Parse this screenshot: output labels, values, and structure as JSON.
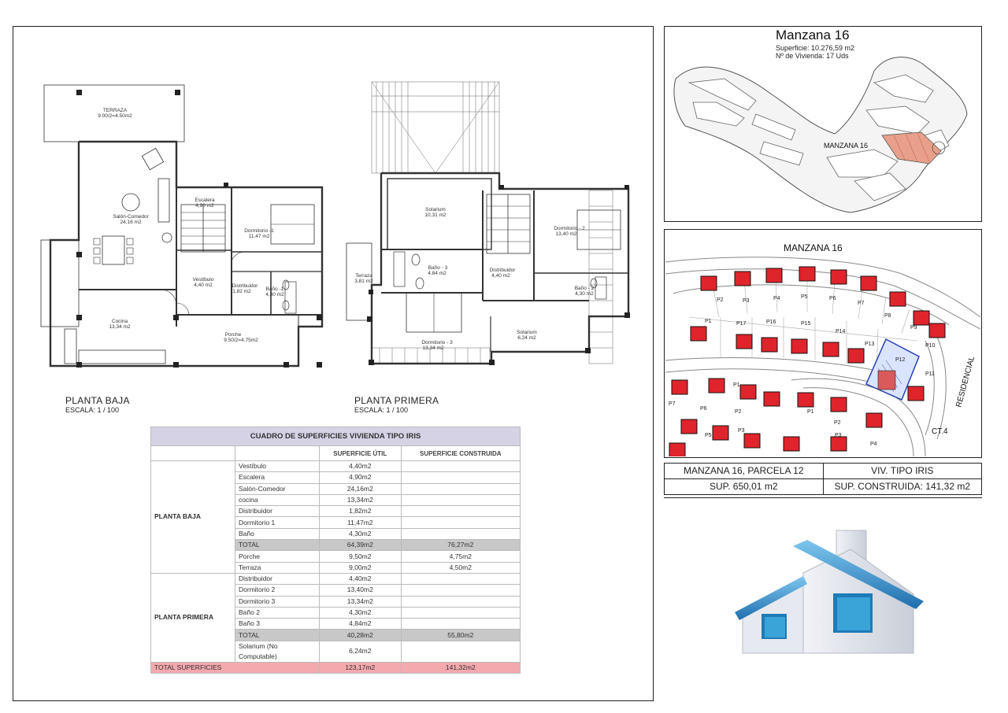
{
  "left_panel": {
    "ground_floor": {
      "title": "PLANTA BAJA",
      "scale": "ESCALA: 1 / 100",
      "rooms": {
        "terraza": [
          "TERRAZA",
          "9.00/2=4.50m2"
        ],
        "salon": [
          "Salón-Comedor",
          "24,16 m2"
        ],
        "escalera": [
          "Escalera",
          "4,90 m2"
        ],
        "dormitorio1": [
          "Dormitorio -1",
          "11,47 m2"
        ],
        "vestibulo": [
          "Vestíbulo",
          "4,40 m2"
        ],
        "distribuidor": [
          "Distribuidor",
          "1,82 m2"
        ],
        "bano1": [
          "Baño -1",
          "4,30 m2"
        ],
        "cocina": [
          "Cocina",
          "13,34 m2"
        ],
        "porche": [
          "Porche",
          "9.50/2=4.75m2"
        ]
      }
    },
    "first_floor": {
      "title": "PLANTA PRIMERA",
      "scale": "ESCALA: 1 / 100",
      "rooms": {
        "solarium_top": [
          "Solarium",
          "10,31 m2"
        ],
        "terraza": [
          "Terraza",
          "3,81 m2"
        ],
        "bano3": [
          "Baño - 3",
          "4,84 m2"
        ],
        "distribuidor": [
          "Distribuidor",
          "4,40 m2"
        ],
        "dormitorio2": [
          "Dormitorio - 2",
          "13,40 m2"
        ],
        "bano2": [
          "Baño - 2",
          "4,30 m2"
        ],
        "dormitorio3": [
          "Dormitorio - 3",
          "13,34 m2"
        ],
        "solarium_bottom": [
          "Solarium",
          "6,24 m2"
        ]
      }
    },
    "table": {
      "title": "CUADRO DE SUPERFICIES  VIVIENDA TIPO IRIS",
      "col_util": "SUPERFICIE    ÚTIL",
      "col_construida": "SUPERFICIE CONSTRUIDA",
      "groups": [
        {
          "name": "PLANTA BAJA",
          "rows": [
            {
              "label": "Vestíbulo",
              "util": "4,40m2",
              "construida": ""
            },
            {
              "label": "Escalera",
              "util": "4,90m2",
              "construida": ""
            },
            {
              "label": "Salón-Comedor",
              "util": "24,16m2",
              "construida": ""
            },
            {
              "label": "cocina",
              "util": "13,34m2",
              "construida": ""
            },
            {
              "label": "Distribuidor",
              "util": "1,82m2",
              "construida": ""
            },
            {
              "label": "Dormitorio 1",
              "util": "11,47m2",
              "construida": ""
            },
            {
              "label": "Baño",
              "util": "4,30m2",
              "construida": ""
            },
            {
              "label": "TOTAL",
              "util": "64,39m2",
              "construida": "76,27m2",
              "total": true
            },
            {
              "label": "Porche",
              "util": "9,50m2",
              "construida": "4,75m2"
            },
            {
              "label": "Terraza",
              "util": "9,00m2",
              "construida": "4,50m2"
            }
          ]
        },
        {
          "name": "PLANTA PRIMERA",
          "rows": [
            {
              "label": "Distribuidor",
              "util": "4,40m2",
              "construida": ""
            },
            {
              "label": "Dormitorio 2",
              "util": "13,40m2",
              "construida": ""
            },
            {
              "label": "Dormitorio 3",
              "util": "13,34m2",
              "construida": ""
            },
            {
              "label": "Baño 2",
              "util": "4,30m2",
              "construida": ""
            },
            {
              "label": "Baño 3",
              "util": "4,84m2",
              "construida": ""
            },
            {
              "label": "TOTAL",
              "util": "40,28m2",
              "construida": "55,80m2",
              "total": true
            },
            {
              "label": "Solarium (No Computable)",
              "util": "6,24m2",
              "construida": ""
            }
          ]
        }
      ],
      "grand_total": {
        "label": "TOTAL SUPERFICIES",
        "util": "123,17m2",
        "construida": "141,32m2"
      }
    }
  },
  "site_map": {
    "title": "Manzana 16",
    "superficie": "Superficie:  10.276,59 m2",
    "viviendas": "Nº de Vivienda: 17 Uds",
    "label": "MANZANA 16",
    "highlight_color": "#e8a08a"
  },
  "plot_map": {
    "title": "MANZANA 16",
    "street": "RESIDENCIAL",
    "ct": "CT.4",
    "selected_plot": "P12",
    "plots": [
      "P2",
      "P3",
      "P4",
      "P5",
      "P6",
      "P7",
      "P8",
      "P9",
      "P10",
      "P11",
      "P1",
      "P17",
      "P16",
      "P15",
      "P14",
      "P13",
      "P12"
    ],
    "lower_plots": [
      "P7",
      "P1",
      "P6",
      "P2",
      "P5",
      "P3",
      "P1",
      "P2",
      "P3",
      "P4"
    ],
    "roof_color": "#e0242b"
  },
  "info": {
    "manzana_parcela": "MANZANA 16, PARCELA 12",
    "tipo": "VIV. TIPO IRIS",
    "superficie": "SUP. 650,01 m2",
    "construida": "SUP. CONSTRUIDA: 141,32 m2"
  },
  "logo": {
    "name": "house-logo-icon",
    "roof_color": "#2e8fc7",
    "wall_color": "#dfe3ea",
    "window_color": "#3aa3d8"
  }
}
